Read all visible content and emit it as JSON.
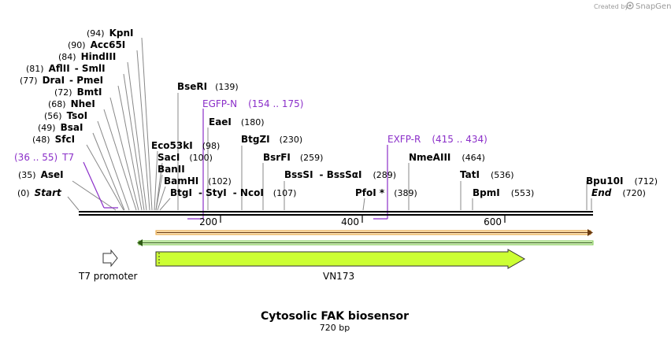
{
  "credit": {
    "prefix": "Created by",
    "brand": "SnapGene"
  },
  "title": "Cytosolic FAK biosensor",
  "length_label": "720 bp",
  "ruler_ticks": [
    "200",
    "400",
    "600"
  ],
  "sites": [
    {
      "pos": "(94)",
      "name": "KpnI"
    },
    {
      "pos": "(90)",
      "name": "Acc65I"
    },
    {
      "pos": "(84)",
      "name": "HindIII"
    },
    {
      "pos": "(81)",
      "name": "AflII",
      "pair": "- SmlI"
    },
    {
      "pos": "(77)",
      "name": "DraI",
      "pair": "- PmeI"
    },
    {
      "pos": "(72)",
      "name": "BmtI"
    },
    {
      "pos": "(68)",
      "name": "NheI"
    },
    {
      "pos": "(56)",
      "name": "TsoI"
    },
    {
      "pos": "(49)",
      "name": "BsaI"
    },
    {
      "pos": "(48)",
      "name": "SfcI"
    },
    {
      "pos": "(35)",
      "name": "AseI"
    },
    {
      "pos": "(0)",
      "name": "Start"
    },
    {
      "name": "BseRI",
      "pos": "(139)"
    },
    {
      "name": "EaeI",
      "pos": "(180)"
    },
    {
      "name": "Eco53kI",
      "pos": "(98)"
    },
    {
      "name": "SacI",
      "pos": "(100)"
    },
    {
      "name": "BanII"
    },
    {
      "name": "BamHI",
      "pos": "(102)"
    },
    {
      "name": "BtgI",
      "pair": "- StyI",
      "pair2": "- NcoI",
      "pos": "(107)"
    },
    {
      "name": "BtgZI",
      "pos": "(230)"
    },
    {
      "name": "BsrFI",
      "pos": "(259)"
    },
    {
      "name": "BssSI",
      "pair": "- BssSαI",
      "pos": "(289)"
    },
    {
      "name": "PfoI *",
      "pos": "(389)"
    },
    {
      "name": "NmeAIII",
      "pos": "(464)"
    },
    {
      "name": "TatI",
      "pos": "(536)"
    },
    {
      "name": "BpmI",
      "pos": "(553)"
    },
    {
      "name": "Bpu10I",
      "pos": "(712)"
    },
    {
      "name": "End",
      "pos": "(720)"
    }
  ],
  "primers": [
    {
      "name": "EGFP-N",
      "range": "(154 .. 175)"
    },
    {
      "name": "EXFP-R",
      "range": "(415 .. 434)"
    },
    {
      "name": "T7",
      "range": "(36 .. 55)"
    }
  ],
  "features": [
    {
      "name": "T7 promoter"
    },
    {
      "name": "VN173"
    }
  ],
  "colors": {
    "primer": "#8b2fc9",
    "feature_fill": "#ccff33",
    "orf_top": "#e8a33a",
    "orf_bottom": "#7ec850",
    "backbone": "#000000",
    "lines": "#888888"
  }
}
